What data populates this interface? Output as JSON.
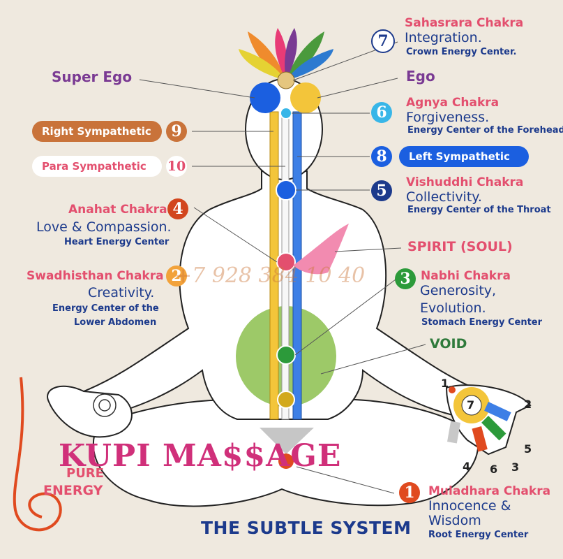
{
  "title": "THE SUBTLE SYSTEM",
  "brand": "KUPI MA$$AGE",
  "watermark": "+7 928 384 10 40",
  "chakras": [
    {
      "num": "7",
      "name": "Sahasrara Chakra",
      "quality": "Integration.",
      "center": "Crown Energy Center."
    },
    {
      "num": "6",
      "name": "Agnya Chakra",
      "quality": "Forgiveness.",
      "center": "Energy Center of the Forehead."
    },
    {
      "num": "5",
      "name": "Vishuddhi Chakra",
      "quality": "Collectivity.",
      "center": "Energy Center of the Throat"
    },
    {
      "num": "4",
      "name": "Anahat Chakra",
      "quality": "Love & Compassion.",
      "center": "Heart Energy Center"
    },
    {
      "num": "3",
      "name": "Nabhi Chakra",
      "quality": "Generosity,",
      "quality2": "Evolution.",
      "center": "Stomach Energy Center"
    },
    {
      "num": "2",
      "name": "Swadhisthan Chakra",
      "quality": "Creativity.",
      "center": "Energy Center of the",
      "center2": "Lower Abdomen"
    },
    {
      "num": "1",
      "name": "Muladhara Chakra",
      "quality": "Innocence &",
      "quality2": "Wisdom",
      "center": "Root Energy Center"
    }
  ],
  "channels": {
    "right": {
      "num": "9",
      "label": "Right Sympathetic"
    },
    "para": {
      "num": "10",
      "label": "Para Sympathetic"
    },
    "left": {
      "num": "8",
      "label": "Left Sympathetic"
    }
  },
  "labels": {
    "super_ego": "Super Ego",
    "ego": "Ego",
    "spirit": "SPIRIT (SOUL)",
    "void": "VOID",
    "pure": "PURE",
    "energy": "ENERGY"
  },
  "hand_numbers": [
    "1",
    "2",
    "7",
    "5",
    "3",
    "6",
    "4"
  ],
  "colors": {
    "pink": "#e34f6e",
    "navy": "#1c3a8c",
    "orange": "#d9692a",
    "blue": "#1b5fe0",
    "green": "#2c9a3a",
    "void": "#8cc04d",
    "violet": "#7a3a93"
  }
}
